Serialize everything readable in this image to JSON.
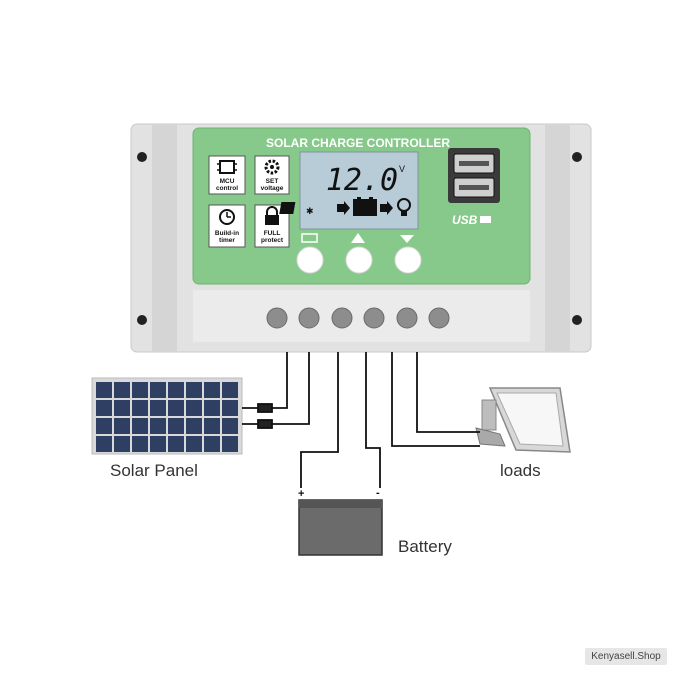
{
  "controller": {
    "title": "SOLAR CHARGE CONTROLLER",
    "voltage": "12.0",
    "voltage_unit": "V",
    "usb_label": "USB",
    "features": [
      {
        "line1": "MCU",
        "line2": "control",
        "icon": "chip-icon"
      },
      {
        "line1": "SET",
        "line2": "voltage",
        "icon": "gear-icon"
      },
      {
        "line1": "Build-in",
        "line2": "timer",
        "icon": "clock-icon"
      },
      {
        "line1": "FULL",
        "line2": "protect",
        "icon": "lock-icon"
      }
    ],
    "colors": {
      "panel_green": "#86c98a",
      "body_gray": "#e4e4e4",
      "lcd_blue": "#b7ccd6"
    }
  },
  "labels": {
    "solar_panel": "Solar Panel",
    "battery": "Battery",
    "loads": "loads"
  },
  "watermark": "Kenyasell.Shop"
}
